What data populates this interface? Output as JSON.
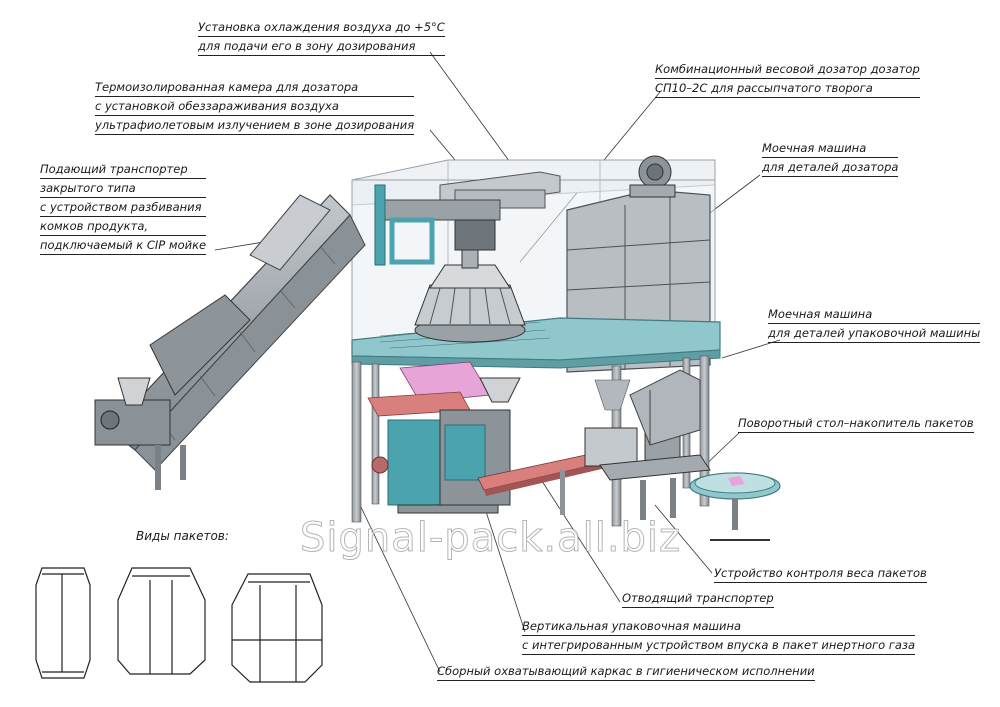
{
  "labels": {
    "cooling": [
      "Установка охлаждения воздуха до +5°С",
      "для подачи его в зону дозирования"
    ],
    "thermo_chamber": [
      "Термоизолированная камера для дозатора",
      "с установкой обеззараживания воздуха",
      "ультрафиолетовым излучением в зоне дозирования"
    ],
    "feed_conveyor": [
      "Подающий транспортер",
      "закрытого типа",
      "с устройством разбивания",
      "комков продукта,",
      "подключаемый к CIP мойке"
    ],
    "weigher": [
      "Комбинационный весовой дозатор дозатор",
      "СП10–2С для рассыпчатого творога"
    ],
    "washer_doser": [
      "Моечная машина",
      "для деталей дозатора"
    ],
    "washer_packer": [
      "Моечная машина",
      "для деталей упаковочной машины"
    ],
    "rotary_table": [
      "Поворотный стол–накопитель пакетов"
    ],
    "checkweigher": [
      "Устройство контроля веса пакетов"
    ],
    "outfeed_conveyor": [
      "Отводящий транспортер"
    ],
    "vffs": [
      "Вертикальная упаковочная машина",
      "с интегрированным устройством впуска в пакет инертного газа"
    ],
    "frame": [
      "Сборный охватывающий каркас в гигиеническом исполнении"
    ]
  },
  "bag_types_title": "Виды пакетов:",
  "watermark": "Signal-pack.all.biz",
  "colors": {
    "steel": "#a8aeb3",
    "steel_dark": "#6f777d",
    "teal": "#4aa3ad",
    "platform": "#8fc7cc",
    "red": "#d9807e",
    "pink": "#e7a4d6",
    "glass": "#e9eef2",
    "ink": "#222222"
  }
}
